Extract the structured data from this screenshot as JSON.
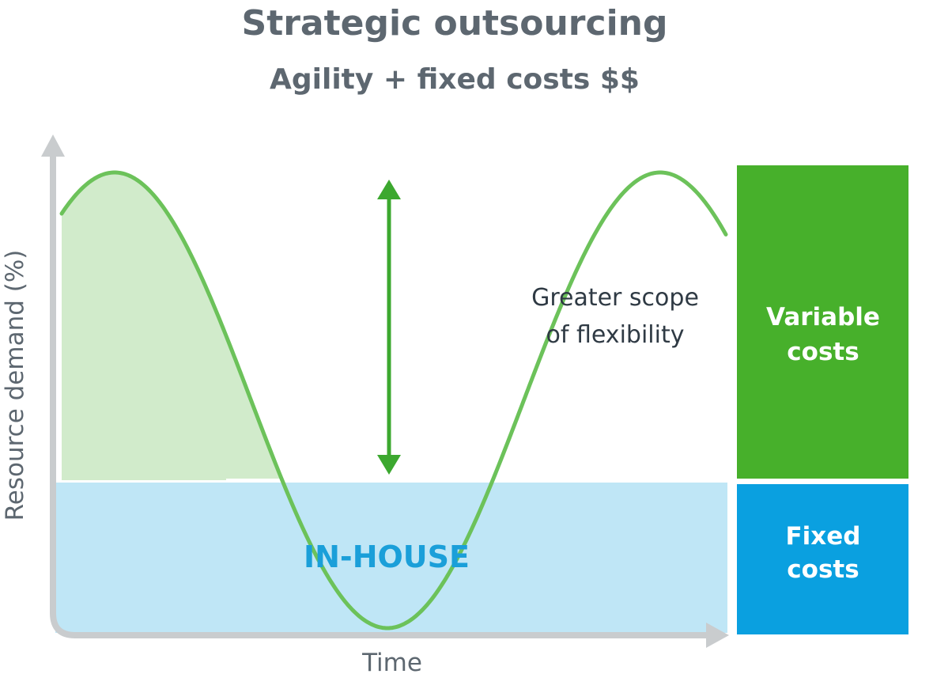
{
  "title": "Strategic outsourcing",
  "subtitle": "Agility + fixed costs $$",
  "axes": {
    "y_label": "Resource demand (%)",
    "x_label": "Time"
  },
  "annotation": {
    "line1": "Greater scope",
    "line2": "of flexibility"
  },
  "in_house_label": "IN-HOUSE",
  "legend": {
    "variable": {
      "line1": "Variable",
      "line2": "costs"
    },
    "fixed": {
      "line1": "Fixed",
      "line2": "costs"
    }
  },
  "colors": {
    "curve": "#6cc25a",
    "peak_fill": "#d1ebcb",
    "in_house_fill": "#bfe6f6",
    "in_house_text": "#1a9fd9",
    "variable_box": "#47b02b",
    "fixed_box": "#0aa0e0",
    "arrow": "#3ca82f",
    "axis": "#c9ccce",
    "title_text": "#5d6770"
  }
}
